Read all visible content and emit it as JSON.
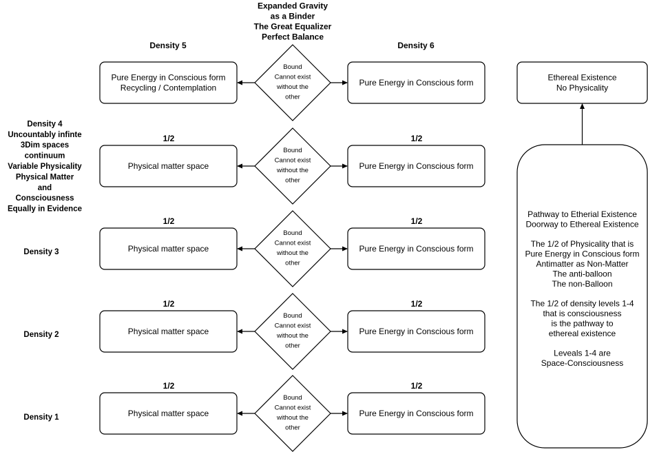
{
  "header": {
    "lines": [
      "Expanded Gravity",
      "as a Binder",
      "The Great Equalizer",
      "Perfect Balance"
    ]
  },
  "column_titles": {
    "left": "Density 5",
    "right": "Density 6"
  },
  "rows": [
    {
      "left_box": [
        "Pure Energy in Conscious form",
        "Recycling / Contemplation"
      ],
      "right_box": [
        "Pure Energy in Conscious form"
      ],
      "diamond": [
        "Bound",
        "Cannot exist",
        "without the",
        "other"
      ],
      "left_fraction": "",
      "right_fraction": ""
    },
    {
      "left_box": [
        "Physical matter space"
      ],
      "right_box": [
        "Pure Energy in Conscious form"
      ],
      "diamond": [
        "Bound",
        "Cannot exist",
        "without the",
        "other"
      ],
      "left_fraction": "1/2",
      "right_fraction": "1/2"
    },
    {
      "left_box": [
        "Physical matter space"
      ],
      "right_box": [
        "Pure Energy in Conscious form"
      ],
      "diamond": [
        "Bound",
        "Cannot exist",
        "without the",
        "other"
      ],
      "left_fraction": "1/2",
      "right_fraction": "1/2"
    },
    {
      "left_box": [
        "Physical matter space"
      ],
      "right_box": [
        "Pure Energy in Conscious form"
      ],
      "diamond": [
        "Bound",
        "Cannot exist",
        "without the",
        "other"
      ],
      "left_fraction": "1/2",
      "right_fraction": "1/2"
    },
    {
      "left_box": [
        "Physical matter space"
      ],
      "right_box": [
        "Pure Energy in Conscious form"
      ],
      "diamond": [
        "Bound",
        "Cannot exist",
        "without the",
        "other"
      ],
      "left_fraction": "1/2",
      "right_fraction": "1/2"
    }
  ],
  "side_labels": [
    {
      "lines": [
        "Density 4",
        "Uncountably infinte",
        "3Dim spaces",
        "continuum",
        "Variable Physicality",
        "Physical Matter",
        "and",
        "Consciousness",
        "Equally in Evidence"
      ]
    },
    {
      "lines": [
        "Density 3"
      ]
    },
    {
      "lines": [
        "Density 2"
      ]
    },
    {
      "lines": [
        "Density 1"
      ]
    }
  ],
  "ethereal_box": {
    "lines": [
      "Ethereal Existence",
      "No Physicality"
    ]
  },
  "pathway_box": {
    "lines": [
      "Pathway to Etherial Existence",
      "Doorway to Ethereal Existence",
      "",
      "The 1/2 of Physicality that is",
      "Pure Energy in Conscious form",
      "Antimatter as Non-Matter",
      "The anti-balloon",
      "The non-Balloon",
      "",
      "The 1/2 of density levels 1-4",
      "that is consciousness",
      "is the pathway to",
      "ethereal existence",
      "",
      "Leveals 1-4 are",
      "Space-Consciousness"
    ]
  }
}
